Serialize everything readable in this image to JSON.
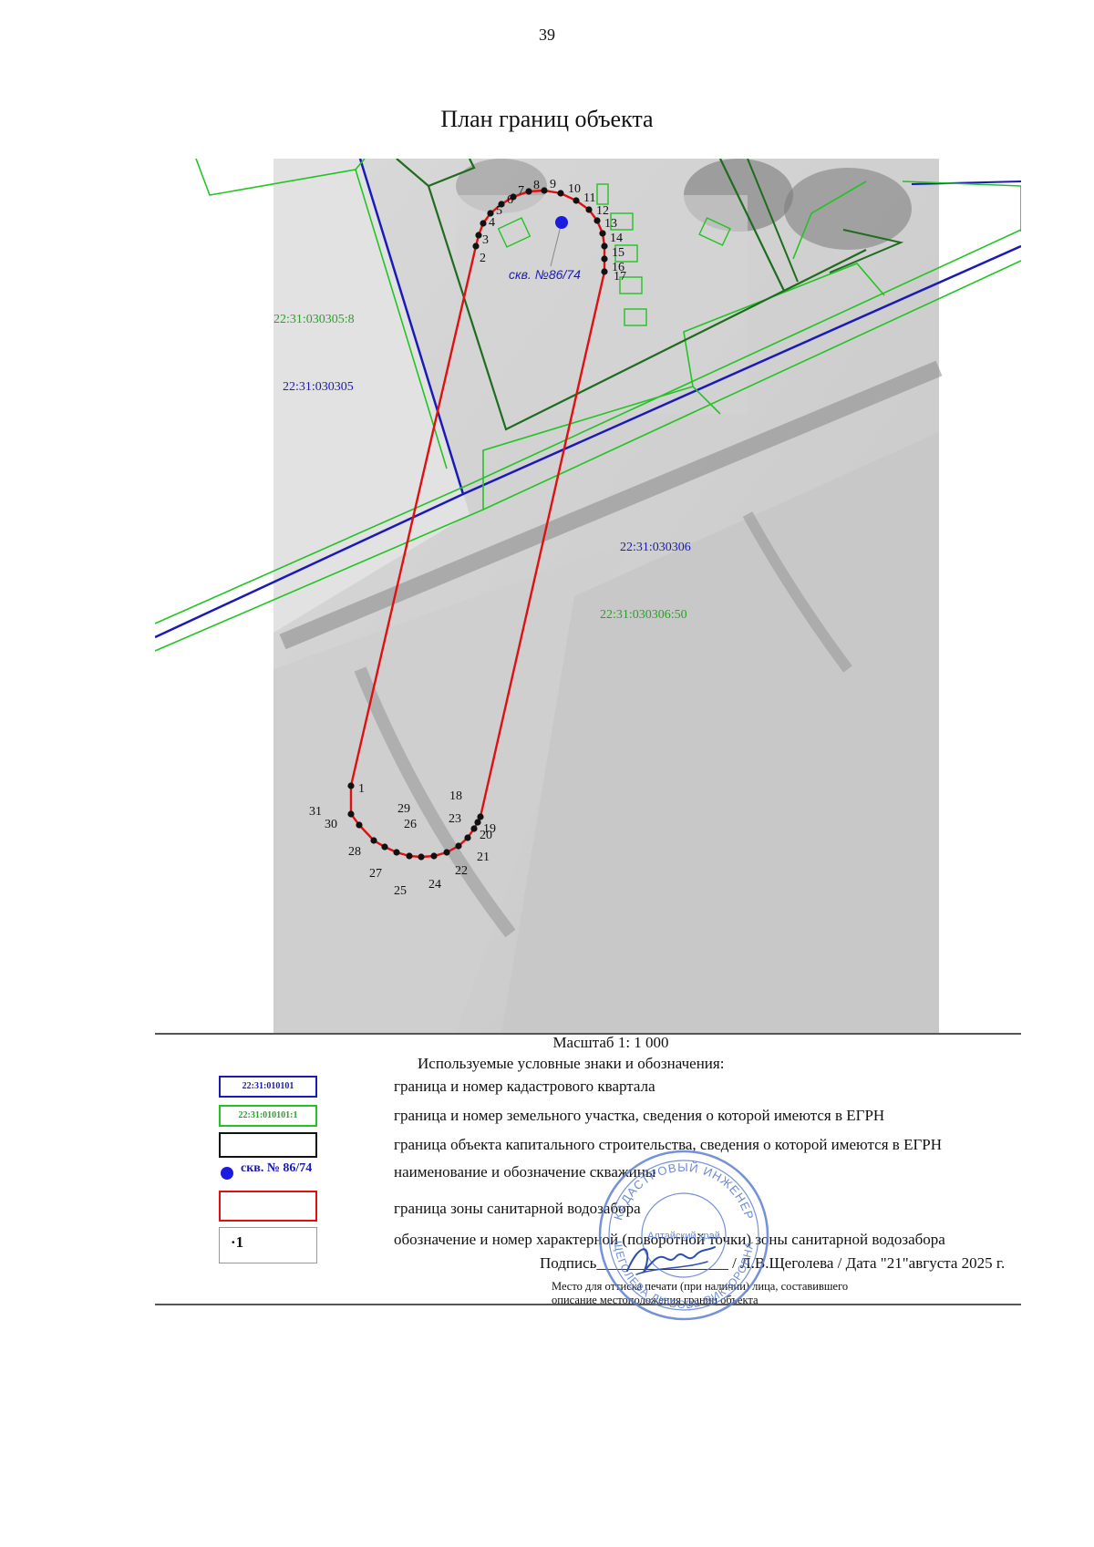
{
  "page": {
    "number": "39",
    "title": "План границ объекта"
  },
  "map": {
    "parcel_labels": [
      {
        "text": "22:31:030305:8",
        "kind": "parcel"
      },
      {
        "text": "22:31:030305",
        "kind": "quarter"
      },
      {
        "text": "22:31:030306",
        "kind": "quarter"
      },
      {
        "text": "22:31:030306:50",
        "kind": "parcel"
      }
    ],
    "well_label": "скв. №86/74",
    "point_numbers": [
      "1",
      "2",
      "3",
      "4",
      "5",
      "6",
      "7",
      "8",
      "9",
      "10",
      "11",
      "12",
      "13",
      "14",
      "15",
      "16",
      "17",
      "18",
      "19",
      "20",
      "21",
      "22",
      "23",
      "24",
      "25",
      "26",
      "27",
      "28",
      "29",
      "30",
      "31"
    ],
    "colors": {
      "quarter_boundary": "#1a1ab8",
      "parcel_boundary": "#22c422",
      "capital_object_boundary": "#1f6b1f",
      "sanitary_zone": "#e01010",
      "well": "#1a1ae0"
    }
  },
  "scale": "Масштаб 1: 1 000",
  "legend": {
    "title": "Используемые условные знаки и обозначения:",
    "items": [
      {
        "sample": "22:31:010101",
        "text": "граница и номер кадастрового квартала"
      },
      {
        "sample": "22:31:010101:1",
        "text": "граница и номер земельного участка, сведения о которой имеются в ЕГРН"
      },
      {
        "sample": "",
        "text": "граница объекта капитального строительства, сведения о которой имеются в ЕГРН"
      },
      {
        "sample": "скв. № 86/74",
        "text": "наименование и обозначение скважины"
      },
      {
        "sample": "",
        "text": "граница зоны санитарной водозабора"
      },
      {
        "sample": "·1",
        "text": "обозначение и номер характерной (поворотной точки) зоны санитарной водозабора"
      }
    ]
  },
  "signature": {
    "line": "Подпись_________________ / Л.В.Щеголева / Дата \"21\"августа 2025 г.",
    "note_line1": "Место для оттиска печати (при наличии) лица, составившего",
    "note_line2": "описание местоположения границ объекта"
  },
  "stamp": {
    "text_top": "КАДАСТРОВЫЙ ИНЖЕНЕР",
    "text_region": "Алтайский край",
    "text_bottom": "ЩЕГОЛЕВА ЛЮБОВЬ ВИКТОРОВНА"
  }
}
